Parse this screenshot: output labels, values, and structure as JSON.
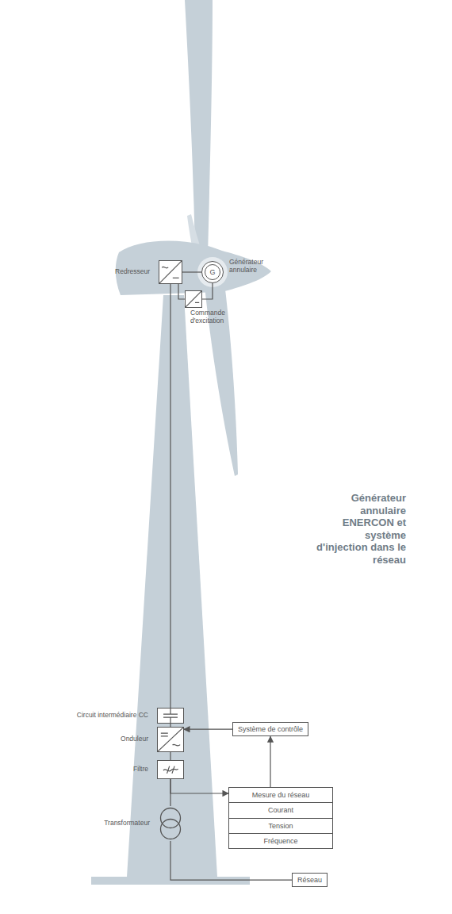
{
  "diagram": {
    "title": "Générateur annulaire ENERCON et système d'injection dans le réseau",
    "nodes": [
      {
        "text": [
          "Redresseur"
        ]
      },
      {
        "text": [
          "G",
          "Générateur annulaire"
        ]
      },
      {
        "text": [
          "Commande d'excitation"
        ]
      },
      {
        "text": [
          "Circuit intermédiaire CC"
        ]
      },
      {
        "text": [
          "Onduleur"
        ]
      },
      {
        "text": [
          "Système de contrôle"
        ]
      },
      {
        "text": [
          "Filtre"
        ]
      },
      {
        "text": [
          "Mesure du réseau",
          "Courant",
          "Tension",
          "Fréquence"
        ]
      },
      {
        "text": [
          "Transformateur"
        ]
      },
      {
        "text": [
          "Réseau"
        ]
      }
    ],
    "edges": [
      {
        "from": 0,
        "to": 1,
        "arrow": "none"
      },
      {
        "from": 1,
        "to": 2,
        "arrow": "none"
      },
      {
        "from": 2,
        "to": 0,
        "arrow": "none"
      },
      {
        "from": 0,
        "to": 3,
        "arrow": "none"
      },
      {
        "from": 3,
        "to": 4,
        "arrow": "none"
      },
      {
        "from": 4,
        "to": 6,
        "arrow": "none"
      },
      {
        "from": 6,
        "to": 8,
        "arrow": "none"
      },
      {
        "from": 8,
        "to": 9,
        "arrow": "none"
      },
      {
        "from": 5,
        "to": 4,
        "arrow": "to"
      },
      {
        "from": 7,
        "to": 5,
        "arrow": "to"
      },
      {
        "from": 6,
        "to": 7,
        "arrow": "to"
      }
    ]
  }
}
